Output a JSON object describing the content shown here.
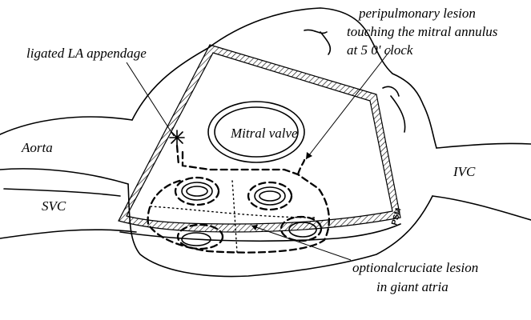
{
  "labels": {
    "ligated_la_appendage": "ligated LA appendage",
    "peripulmonary_line1": "peripulmonary lesion",
    "peripulmonary_line2": "touching the mitral annulus",
    "peripulmonary_line3": "at 5 0' clock",
    "mitral_valve": "Mitral valve",
    "aorta": "Aorta",
    "svc": "SVC",
    "ivc": "IVC",
    "cruciate_line1": "optionalcruciate lesion",
    "cruciate_line2": "in giant atria",
    "signature": "PSM"
  }
}
